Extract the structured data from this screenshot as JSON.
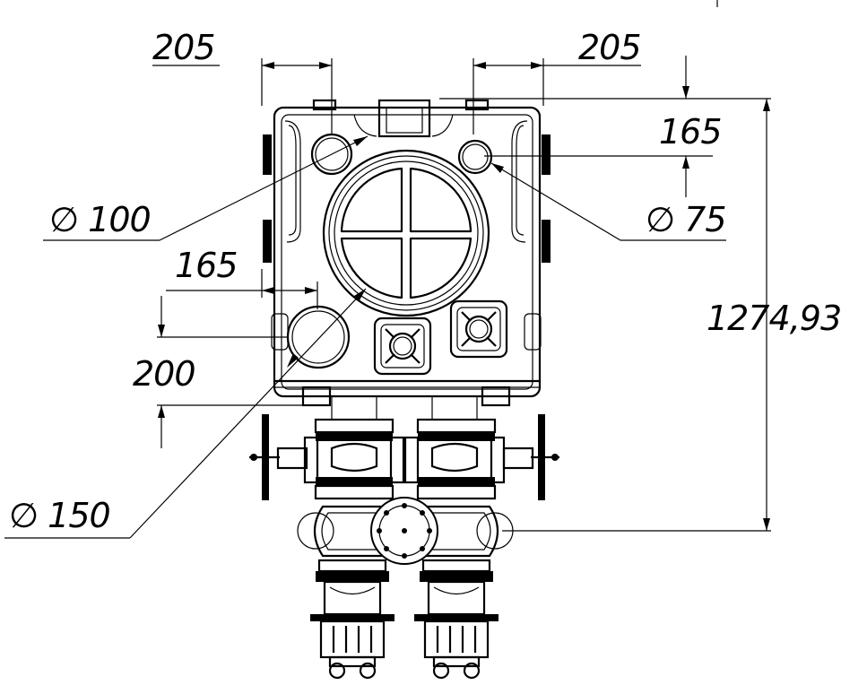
{
  "dimensions": {
    "top_left_width": "205",
    "top_right_width": "205",
    "right_top_offset": "165",
    "diameter_left_top": "∅ 100",
    "diameter_right_top": "∅ 75",
    "mid_left_width": "165",
    "left_height": "200",
    "overall_height": "1274,93",
    "diameter_bottom": "∅ 150"
  },
  "colors": {
    "line": "#000000",
    "background": "#ffffff"
  }
}
